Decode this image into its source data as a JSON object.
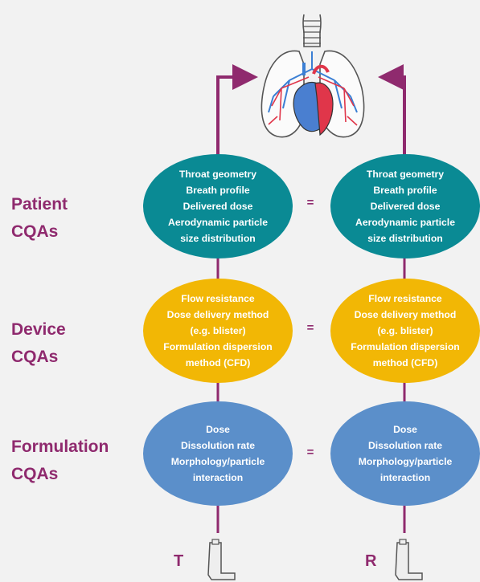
{
  "rows": [
    {
      "label": [
        "Patient",
        "CQAs"
      ],
      "color": "#0a8a94",
      "left": [
        "Throat geometry",
        "Breath profile",
        "Delivered dose",
        "Aerodynamic particle",
        "size distribution"
      ],
      "right": [
        "Throat geometry",
        "Breath profile",
        "Delivered dose",
        "Aerodynamic particle",
        "size distribution"
      ]
    },
    {
      "label": [
        "Device",
        "CQAs"
      ],
      "color": "#f2b705",
      "left": [
        "Flow resistance",
        "Dose delivery method",
        "(e.g. blister)",
        "Formulation dispersion",
        "method (CFD)"
      ],
      "right": [
        "Flow resistance",
        "Dose delivery method",
        "(e.g. blister)",
        "Formulation dispersion",
        "method (CFD)"
      ]
    },
    {
      "label": [
        "Formulation",
        "CQAs"
      ],
      "color": "#5b8fca",
      "left": [
        "Dose",
        "Dissolution rate",
        "Morphology/particle",
        "interaction"
      ],
      "right": [
        "Dose",
        "Dissolution rate",
        "Morphology/particle",
        "interaction"
      ]
    }
  ],
  "equals_sign": "=",
  "inhaler_labels": {
    "left": "T",
    "right": "R"
  },
  "icons": {
    "top": "lungs-heart-icon",
    "bottom": "inhaler-icon"
  },
  "colors": {
    "accent": "#8f2a6e",
    "background": "#f2f2f2"
  }
}
